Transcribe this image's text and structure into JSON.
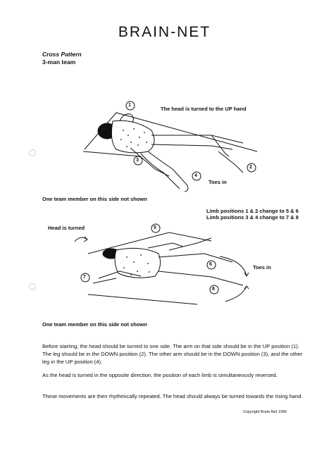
{
  "header": {
    "title": "BRAIN-NET"
  },
  "heading": {
    "pattern": "Cross Pattern",
    "team": "3-man team"
  },
  "figure1": {
    "label_head": "The head is turned to the UP hand",
    "label_toes": "Toes in",
    "note": "One team member on this side not shown",
    "numbers": [
      "1",
      "2",
      "3",
      "4"
    ]
  },
  "positions": {
    "line1": "Limb positions 1 & 2 change to 5 & 6",
    "line2": "Limb positions 3 & 4 change to 7 & 8"
  },
  "figure2": {
    "label_head": "Head is turned",
    "label_toes": "Toes in",
    "note": "One team member on this side not shown",
    "numbers": [
      "5",
      "6",
      "7",
      "8"
    ]
  },
  "body_text": {
    "p1": "Before starting, the head should be turned to one side.  The arm on that side should be in the UP position (1).  The leg should be in the DOWN position (2).  The other arm should be in the DOWN position (3), and the other leg in the UP position (4).",
    "p2": "As the head is turned in the opposite direction, the position of each limb is simultaneously reversed.",
    "p3": "These movements are then rhythmically repeated.  The head should always be turned towards the rising hand."
  },
  "footer": {
    "copyright": "Copyright  Brain-Net 1996"
  }
}
